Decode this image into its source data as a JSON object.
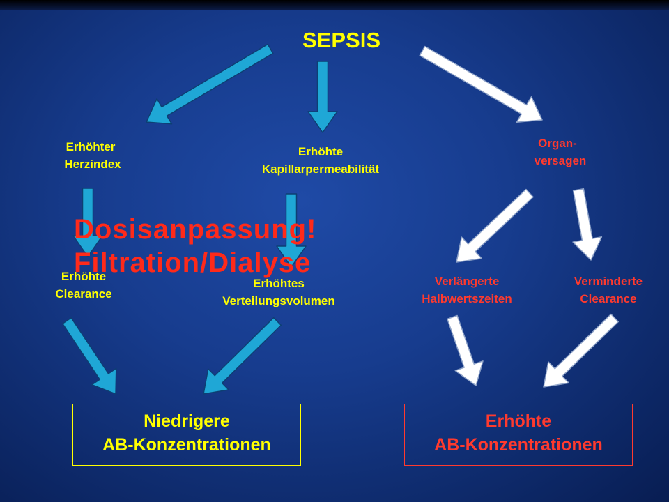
{
  "title": "SEPSIS",
  "nodes": {
    "herzindex": [
      "Erhöhter",
      "Herzindex"
    ],
    "kapillar": [
      "Erhöhte",
      "Kapillarpermeabilität"
    ],
    "organ": [
      "Organ-",
      "versagen"
    ],
    "clearance_up": [
      "Erhöhte",
      "Clearance"
    ],
    "vert_vol": [
      "Erhöhtes",
      "Verteilungsvolumen"
    ],
    "halbwert": [
      "Verlängerte",
      "Halbwertszeiten"
    ],
    "clearance_down": [
      "Verminderte",
      "Clearance"
    ]
  },
  "results": {
    "lower": [
      "Niedrigere",
      "AB-Konzentrationen"
    ],
    "higher": [
      "Erhöhte",
      "AB-Konzentrationen"
    ]
  },
  "overlay": [
    "Dosisanpassung!",
    "Filtration/Dialyse"
  ],
  "colors": {
    "background": "#173c8e",
    "yellow_text": "#ffff00",
    "red_text": "#ff3a2e",
    "blue_arrow": "#1fa7d6",
    "white_arrow": "#ffffff"
  }
}
